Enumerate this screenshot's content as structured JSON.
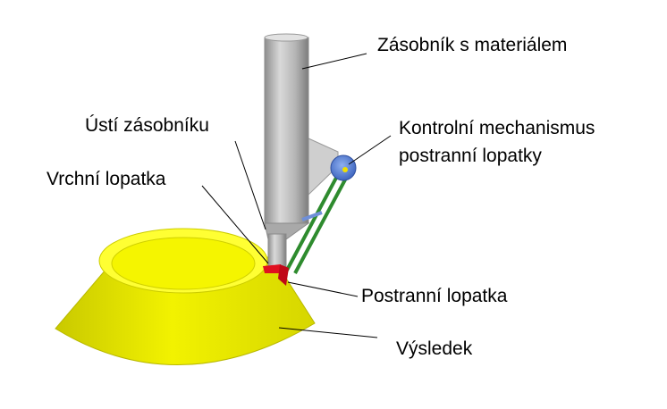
{
  "labels": {
    "hopper": "Zásobník s materiálem",
    "hopper_mouth": "Ústí zásobníku",
    "top_blade": "Vrchní lopatka",
    "control_mechanism_line1": "Kontrolní mechanismus",
    "control_mechanism_line2": "postranní lopatky",
    "side_blade": "Postranní lopatka",
    "result": "Výsledek"
  },
  "colors": {
    "hopper": "#bfbfbf",
    "result_body": "#e6e600",
    "result_rim": "#ffff33",
    "mechanism_rod": "#2e8b2e",
    "mechanism_wheel": "#4f7fd8",
    "blade": "#e01020"
  }
}
